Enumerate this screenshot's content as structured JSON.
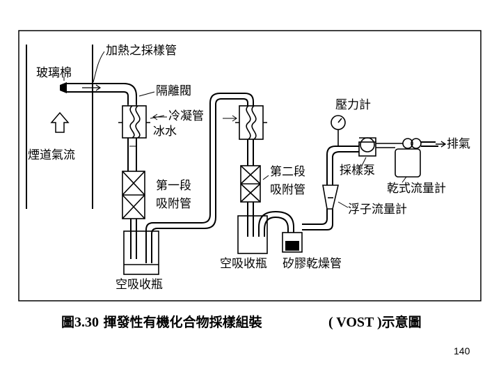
{
  "diagram": {
    "labels": {
      "heated_sampling_tube": "加熱之採樣管",
      "glass_wool": "玻璃棉",
      "isolation_valve": "隔離閥",
      "condenser": "冷凝管",
      "ice_water": "冰水",
      "stack_gas_flow": "煙道氣流",
      "first_stage_sorbent_tube_1": "第一段",
      "first_stage_sorbent_tube_2": "吸附管",
      "second_stage_sorbent_tube_1": "第二段",
      "second_stage_sorbent_tube_2": "吸附管",
      "empty_impinger_left": "空吸收瓶",
      "empty_impinger_right": "空吸收瓶",
      "silica_gel_drying_tube": "矽膠乾燥管",
      "pressure_gauge": "壓力計",
      "sampling_pump": "採樣泵",
      "exhaust": "排氣",
      "dry_gas_meter": "乾式流量計",
      "rotameter": "浮子流量計"
    },
    "colors": {
      "line": "#000000",
      "frame": "#000000",
      "background": "#ffffff"
    }
  },
  "caption": {
    "prefix": "圖",
    "number": "3.30",
    "title": "揮發性有機化合物採樣組裝",
    "abbr": "( VOST )",
    "suffix": "示意圖"
  },
  "page_number": "140"
}
